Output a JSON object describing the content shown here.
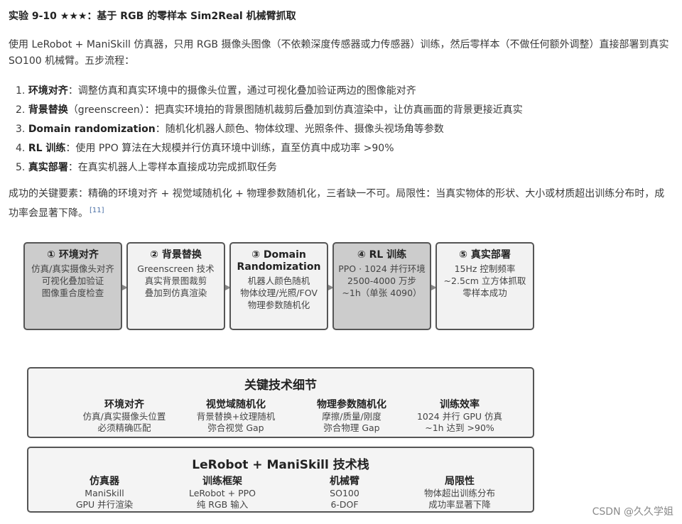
{
  "title": "实验 9-10 ★★★：基于 RGB 的零样本 Sim2Real 机械臂抓取",
  "intro": "使用 LeRobot + ManiSkill 仿真器，只用 RGB 摄像头图像（不依赖深度传感器或力传感器）训练，然后零样本（不做任何额外调整）直接部署到真实 SO100 机械臂。五步流程：",
  "steps": [
    {
      "num": "1.",
      "bold": "环境对齐",
      "text": "：调整仿真和真实环境中的摄像头位置，通过可视化叠加验证两边的图像能对齐"
    },
    {
      "num": "2.",
      "bold": "背景替换",
      "text": "（greenscreen）：把真实环境拍的背景图随机裁剪后叠加到仿真渲染中，让仿真画面的背景更接近真实"
    },
    {
      "num": "3.",
      "bold": "Domain randomization",
      "text": "：随机化机器人颜色、物体纹理、光照条件、摄像头视场角等参数"
    },
    {
      "num": "4.",
      "bold": "RL 训练",
      "text": "：使用 PPO 算法在大规模并行仿真环境中训练，直至仿真中成功率 >90%"
    },
    {
      "num": "5.",
      "bold": "真实部署",
      "text": "：在真实机器人上零样本直接成功完成抓取任务"
    }
  ],
  "summary": "成功的关键要素：精确的环境对齐 + 视觉域随机化 + 物理参数随机化，三者缺一不可。局限性：当真实物体的形状、大小或材质超出训练分布时，成功率会显著下降。",
  "citation": "[11]",
  "flow": [
    {
      "title": "① 环境对齐",
      "lines": [
        "仿真/真实摄像头对齐",
        "可视化叠加验证",
        "图像重合度检查"
      ]
    },
    {
      "title": "② 背景替换",
      "lines": [
        "Greenscreen 技术",
        "真实背景图裁剪",
        "叠加到仿真渲染"
      ]
    },
    {
      "title": "③ Domain",
      "title2": "Randomization",
      "lines": [
        "机器人颜色随机",
        "物体纹理/光照/FOV",
        "物理参数随机化"
      ]
    },
    {
      "title": "④ RL 训练",
      "lines": [
        "PPO · 1024 并行环境",
        "2500-4000 万步",
        "~1h（单张 4090）"
      ]
    },
    {
      "title": "⑤ 真实部署",
      "lines": [
        "15Hz 控制频率",
        "~2.5cm 立方体抓取",
        "零样本成功"
      ]
    }
  ],
  "details": {
    "title": "关键技术细节",
    "items": [
      {
        "title": "环境对齐",
        "lines": [
          "仿真/真实摄像头位置",
          "必须精确匹配"
        ]
      },
      {
        "title": "视觉域随机化",
        "lines": [
          "背景替换+纹理随机",
          "弥合视觉 Gap"
        ]
      },
      {
        "title": "物理参数随机化",
        "lines": [
          "摩擦/质量/刚度",
          "弥合物理 Gap"
        ]
      },
      {
        "title": "训练效率",
        "lines": [
          "1024 并行 GPU 仿真",
          "~1h 达到 >90%"
        ]
      }
    ]
  },
  "stack": {
    "title": "LeRobot + ManiSkill 技术栈",
    "items": [
      {
        "title": "仿真器",
        "lines": [
          "ManiSkill",
          "GPU 并行渲染"
        ]
      },
      {
        "title": "训练框架",
        "lines": [
          "LeRobot + PPO",
          "纯 RGB 输入"
        ]
      },
      {
        "title": "机械臂",
        "lines": [
          "SO100",
          "6-DOF"
        ]
      },
      {
        "title": "局限性",
        "lines": [
          "物体超出训练分布",
          "成功率显著下降"
        ]
      }
    ]
  },
  "watermark": "CSDN @久久学姐",
  "colors": {
    "dark_box": "#cccccc",
    "light_box": "#f2f2f2",
    "border": "#555555",
    "citation": "#4a6fa5"
  }
}
